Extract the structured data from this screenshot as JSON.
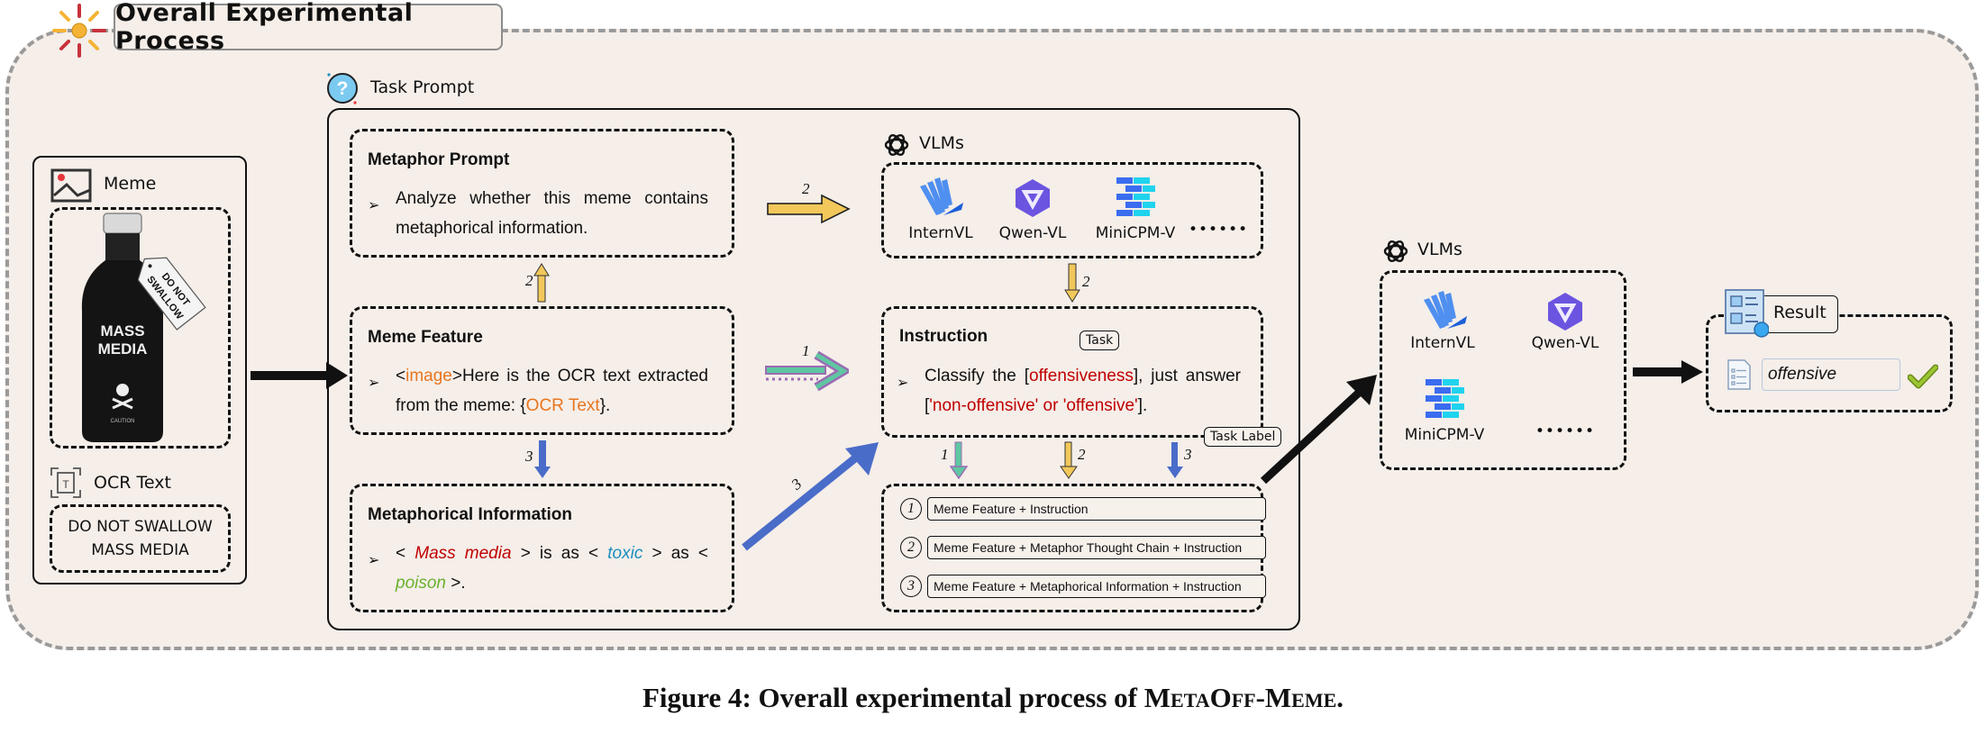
{
  "header": {
    "title": "Overall Experimental Process"
  },
  "meme_panel": {
    "meme_label": "Meme",
    "meme_image": {
      "tag_text": "DO NOT SWALLOW",
      "bottle_text": "MASS MEDIA",
      "caution_text": "CAUTION"
    },
    "ocr_label": "OCR Text",
    "ocr_lines": [
      "DO NOT SWALLOW",
      "MASS MEDIA"
    ]
  },
  "task_prompt": {
    "label": "Task Prompt",
    "metaphor_prompt": {
      "title": "Metaphor Prompt",
      "text": "Analyze whether this meme contains metaphorical information."
    },
    "meme_feature": {
      "title": "Meme Feature",
      "parts": [
        "<",
        "image",
        ">Here is the OCR text extracted from the meme: {",
        "OCR Text",
        "}."
      ]
    },
    "metaphorical_information": {
      "title": "Metaphorical Information",
      "parts": [
        "< ",
        "Mass media",
        " > is as < ",
        "toxic",
        " > as ",
        "< ",
        "poison",
        " >."
      ]
    },
    "vlms": {
      "label": "VLMs",
      "models": [
        "InternVL",
        "Qwen-VL",
        "MiniCPM-V"
      ],
      "more": "••••••"
    },
    "instruction": {
      "title": "Instruction",
      "parts": [
        "Classify the [",
        "offensiveness",
        "], just answer [",
        "'non-offensive' or 'offensive'",
        "]."
      ],
      "task_bubble": "Task",
      "task_label_bubble": "Task Label"
    },
    "options": [
      {
        "num": "1",
        "text": "Meme Feature + Instruction"
      },
      {
        "num": "2",
        "text": "Meme Feature + Metaphor Thought Chain  + Instruction"
      },
      {
        "num": "3",
        "text": "Meme Feature + Metaphorical Information + Instruction"
      }
    ],
    "arrow_labels": {
      "feature_to_metaphor_prompt": "2",
      "metaphor_prompt_to_vlms": "2",
      "vlms_to_instruction": "2",
      "feature_to_instruction": "1",
      "feature_to_metaphorical_info": "3",
      "metaphorical_info_to_instruction": "3",
      "instruction_to_option1": "1",
      "instruction_to_option2": "2",
      "instruction_to_option3": "3"
    }
  },
  "eval_vlms": {
    "label": "VLMs",
    "models": [
      "InternVL",
      "Qwen-VL",
      "MiniCPM-V"
    ],
    "more": "••••••"
  },
  "result": {
    "label": "Result",
    "value": "offensive",
    "status": "correct"
  },
  "colors": {
    "background": "#f5eee9",
    "path1_fill": "#5fc7a2",
    "path1_outline": "#9b6bb3",
    "path2": "#f2c85b",
    "path3": "#4a6cc9",
    "highlight_orange": "#e8761f",
    "highlight_red": "#c00000",
    "highlight_blue": "#1c8fc0",
    "highlight_green": "#6ab12e",
    "check_green": "#8fba2a"
  },
  "caption": {
    "prefix": "Figure 4:",
    "text": "Overall experimental process of",
    "name": "MetaOff-Meme",
    "suffix": "."
  }
}
